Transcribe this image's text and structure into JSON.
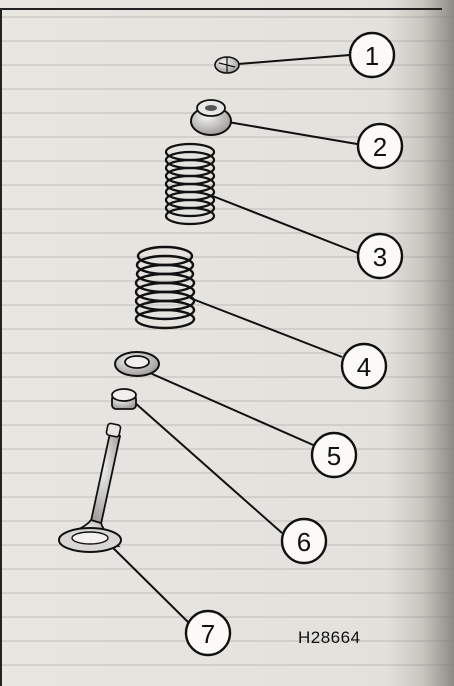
{
  "diagram": {
    "reference_code": "H28664",
    "callouts": [
      {
        "number": "1",
        "part": "valve-collets-icon"
      },
      {
        "number": "2",
        "part": "spring-cap-icon"
      },
      {
        "number": "3",
        "part": "inner-spring-icon"
      },
      {
        "number": "4",
        "part": "outer-spring-icon"
      },
      {
        "number": "5",
        "part": "spring-seat-icon"
      },
      {
        "number": "6",
        "part": "stem-oil-seal-icon"
      },
      {
        "number": "7",
        "part": "valve-icon"
      }
    ]
  }
}
